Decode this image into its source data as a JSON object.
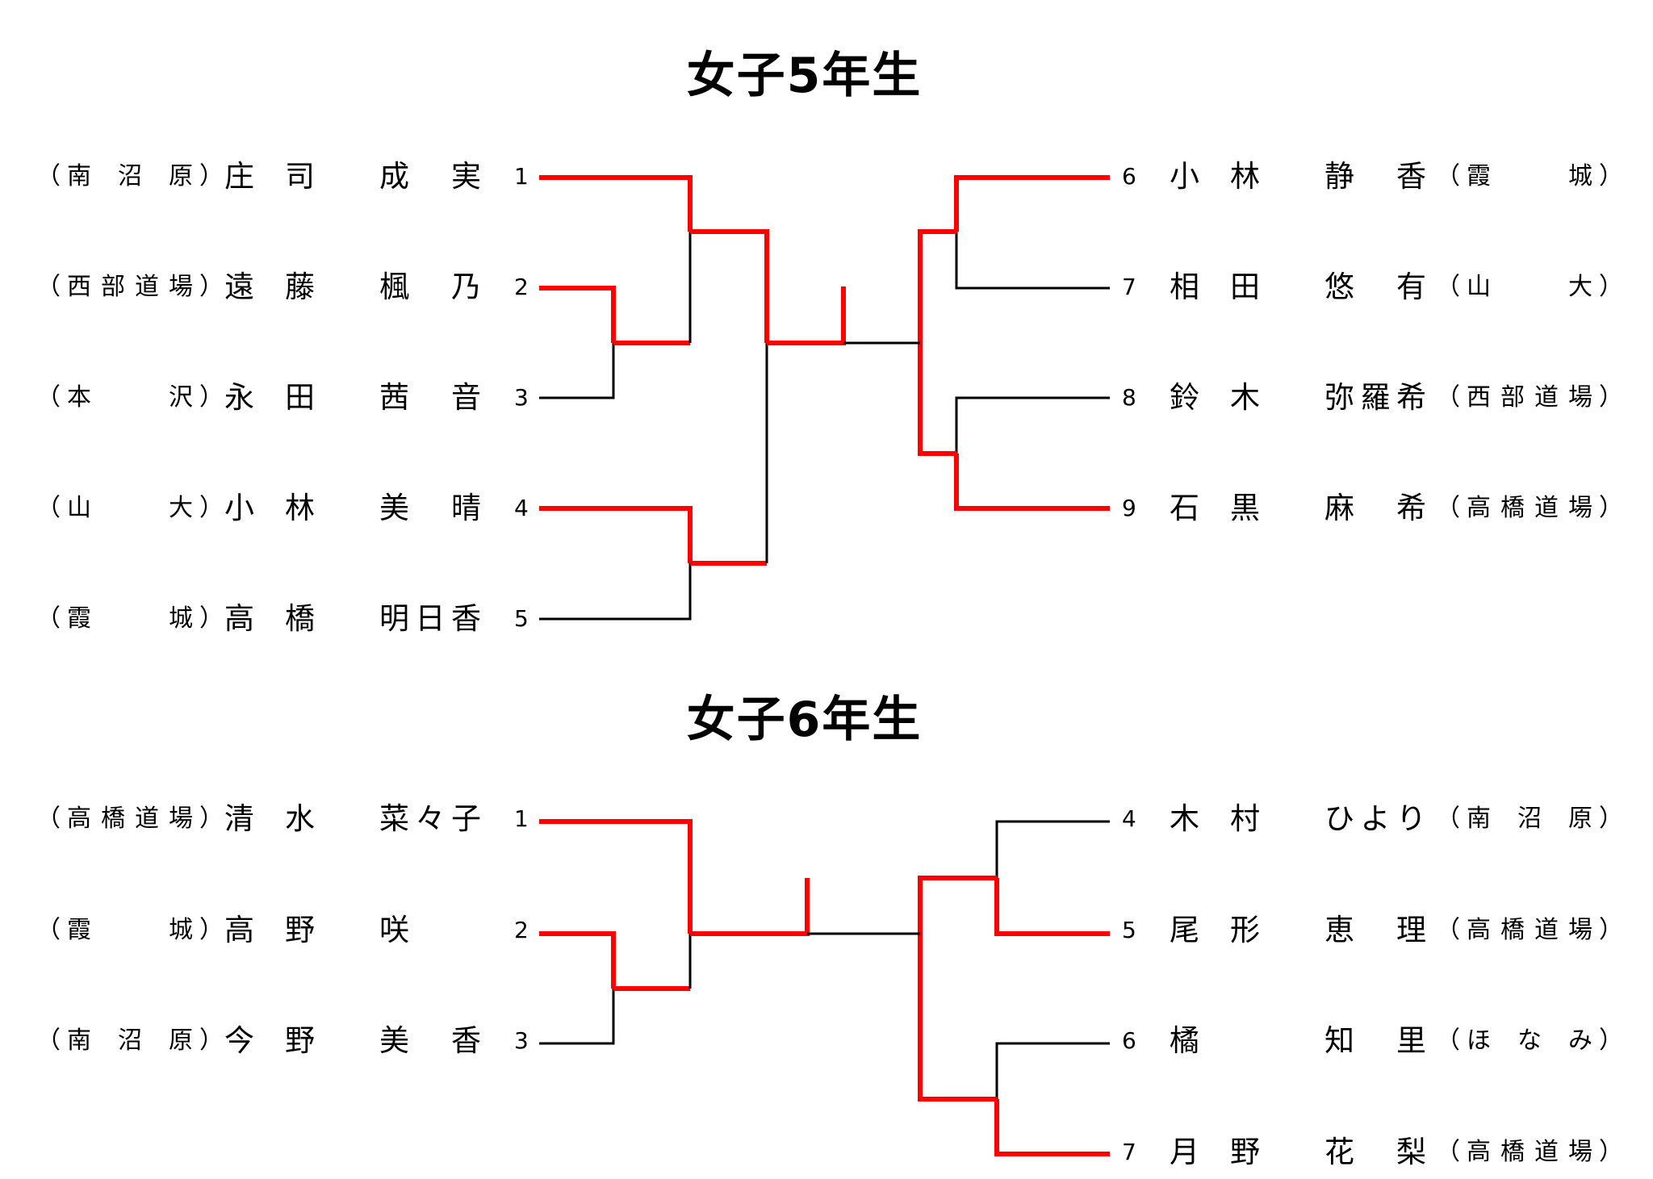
{
  "colors": {
    "win": "#ff0000",
    "line": "#000000"
  },
  "brackets": [
    {
      "title": "女子5年生",
      "left": [
        {
          "seed": "1",
          "family": "庄司",
          "given": "成実",
          "club": "南沼原"
        },
        {
          "seed": "2",
          "family": "遠藤",
          "given": "楓乃",
          "club": "西部道場"
        },
        {
          "seed": "3",
          "family": "永田",
          "given": "茜音",
          "club": "本沢"
        },
        {
          "seed": "4",
          "family": "小林",
          "given": "美晴",
          "club": "山大"
        },
        {
          "seed": "5",
          "family": "高橋",
          "given": "明日香",
          "club": "霞城"
        }
      ],
      "right": [
        {
          "seed": "6",
          "family": "小林",
          "given": "静香",
          "club": "霞城"
        },
        {
          "seed": "7",
          "family": "相田",
          "given": "悠有",
          "club": "山大"
        },
        {
          "seed": "8",
          "family": "鈴木",
          "given": "弥羅希",
          "club": "西部道場"
        },
        {
          "seed": "9",
          "family": "石黒",
          "given": "麻希",
          "club": "高橋道場"
        }
      ],
      "results": {
        "left_winners": [
          "1",
          "2",
          "1",
          "4",
          "1"
        ],
        "right_winners": [
          "6",
          "9",
          "9"
        ],
        "final_winner": "left"
      }
    },
    {
      "title": "女子6年生",
      "left": [
        {
          "seed": "1",
          "family": "清水",
          "given": "菜々子",
          "club": "高橋道場"
        },
        {
          "seed": "2",
          "family": "高野",
          "given": "咲",
          "club": "霞城"
        },
        {
          "seed": "3",
          "family": "今野",
          "given": "美香",
          "club": "南沼原"
        }
      ],
      "right": [
        {
          "seed": "4",
          "family": "木村",
          "given": "ひより",
          "club": "南沼原"
        },
        {
          "seed": "5",
          "family": "尾形",
          "given": "恵理",
          "club": "高橋道場"
        },
        {
          "seed": "6",
          "family": "橘",
          "given": "知里",
          "club": "ほなみ"
        },
        {
          "seed": "7",
          "family": "月野",
          "given": "花梨",
          "club": "高橋道場"
        }
      ],
      "results": {
        "left_winners": [
          "2",
          "1"
        ],
        "right_winners": [
          "5",
          "7",
          "7"
        ],
        "final_winner": "left"
      }
    }
  ]
}
